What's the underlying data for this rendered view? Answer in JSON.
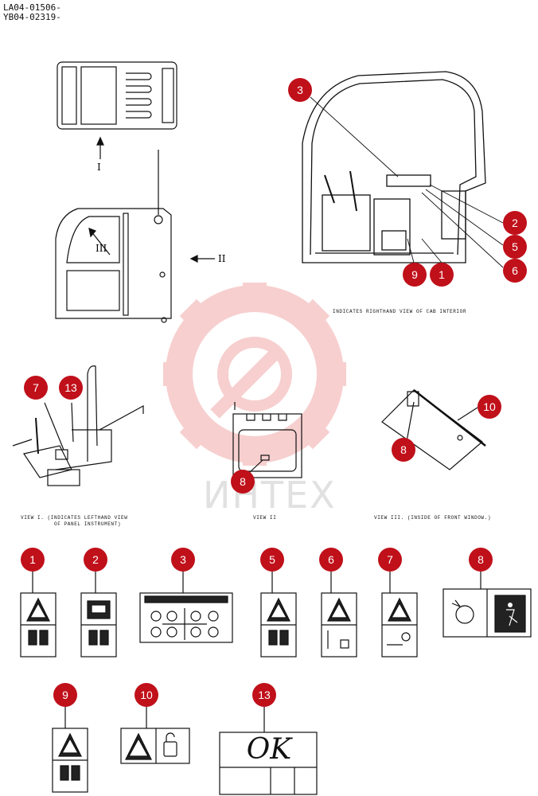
{
  "header": {
    "code_1": "LA04-01506-",
    "code_2": "YB04-02319-"
  },
  "captions": {
    "righthand_view": "INDICATES RIGHTHAND VIEW OF CAB INTERIOR",
    "view_1": "VIEW I. (INDICATES LEFTHAND VIEW\n          OF PANEL INSTRUMENT)",
    "view_2": "VIEW II",
    "view_3": "VIEW III. (INSIDE OF FRONT WINDOW.)"
  },
  "arrow_labels": {
    "I": "I",
    "II": "II",
    "III": "III"
  },
  "callouts": {
    "c1": "1",
    "c2": "2",
    "c3": "3",
    "c5": "5",
    "c6": "6",
    "c7": "7",
    "c8": "8",
    "c9": "9",
    "c10": "10",
    "c13": "13"
  },
  "label_ok_text": "OK",
  "watermark": "ИНТЕХ",
  "colors": {
    "callout": "#c0101a",
    "watermark_red": "#f2b0b0"
  }
}
